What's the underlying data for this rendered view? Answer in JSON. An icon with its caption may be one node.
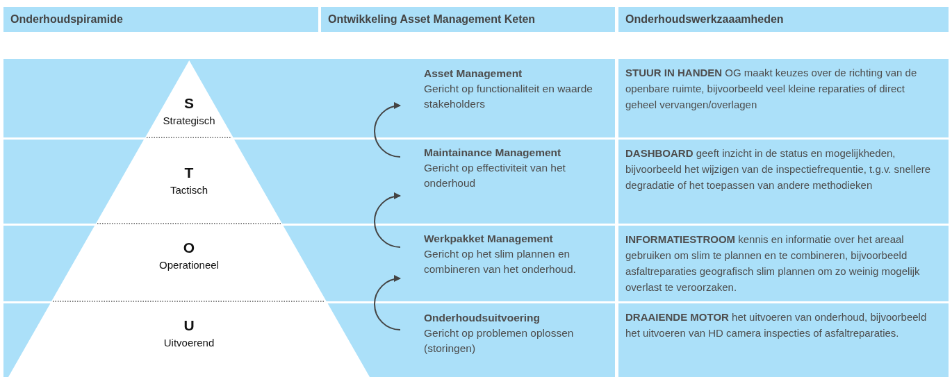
{
  "diagram": {
    "nodes": [
      {
        "text": [
          "S",
          "Strategisch"
        ]
      },
      {
        "text": [
          "T",
          "Tactisch"
        ]
      },
      {
        "text": [
          "O",
          "Operationeel"
        ]
      },
      {
        "text": [
          "U",
          "Uitvoerend"
        ]
      },
      {
        "text": [
          "Asset Management",
          "Gericht op functionaliteit en waarde stakeholders"
        ]
      },
      {
        "text": [
          "Maintainance Management",
          "Gericht op effectiviteit van het onderhoud"
        ]
      },
      {
        "text": [
          "Werkpakket Management",
          "Gericht op het slim plannen en combineren van het onderhoud."
        ]
      },
      {
        "text": [
          "Onderhoudsuitvoering",
          "Gericht op problemen oplossen (storingen)"
        ]
      },
      {
        "text": [
          "**STUUR IN HANDEN** OG maakt keuzes over de richting van de openbare ruimte, bijvoorbeeld veel kleine reparaties of direct geheel vervangen/overlagen"
        ]
      },
      {
        "text": [
          "**DASHBOARD** geeft inzicht in de status en mogelijkheden, bijvoorbeeld het wijzigen van de inspectiefrequentie, t.g.v. snellere degradatie of het toepassen van andere methodieken"
        ]
      },
      {
        "text": [
          "**INFORMATIESTROOM** kennis en informatie over het areaal gebruiken om slim te plannen en te combineren, bijvoorbeeld asfaltreparaties geografisch slim plannen om zo weinig mogelijk overlast te veroorzaken."
        ]
      },
      {
        "text": [
          "**DRAAIENDE MOTOR** het uitvoeren van onderhoud, bijvoorbeeld het uitvoeren van HD camera inspecties of asfaltreparaties."
        ]
      }
    ],
    "edges": [
      {
        "from": 5,
        "to": 4,
        "arrow": "to"
      },
      {
        "from": 6,
        "to": 5,
        "arrow": "to"
      },
      {
        "from": 7,
        "to": 6,
        "arrow": "to"
      }
    ],
    "labels": [
      "Onderhoudspiramide",
      "Ontwikkeling Asset Management Keten",
      "Onderhoudswerkzaaamheden"
    ]
  }
}
